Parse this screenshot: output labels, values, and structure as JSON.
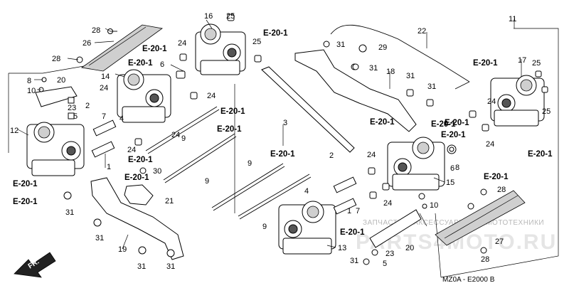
{
  "diagram": {
    "ref_code": "E-20-1",
    "direction_label": "FR.",
    "footer_code": "MZ0A - E2000 B",
    "watermark_text": "ЗАПЧАСТИ И АКСЕССУАРЫ ДЛЯ МОТОТЕХНИКИ",
    "watermark_logo": "PARTS4MOTO.RU",
    "part_numbers": [
      "1",
      "2",
      "3",
      "4",
      "5",
      "6",
      "7",
      "8",
      "9",
      "10",
      "11",
      "12",
      "13",
      "14",
      "15",
      "16",
      "17",
      "18",
      "19",
      "20",
      "21",
      "22",
      "23",
      "24",
      "25",
      "26",
      "27",
      "28",
      "29",
      "30",
      "31"
    ]
  }
}
